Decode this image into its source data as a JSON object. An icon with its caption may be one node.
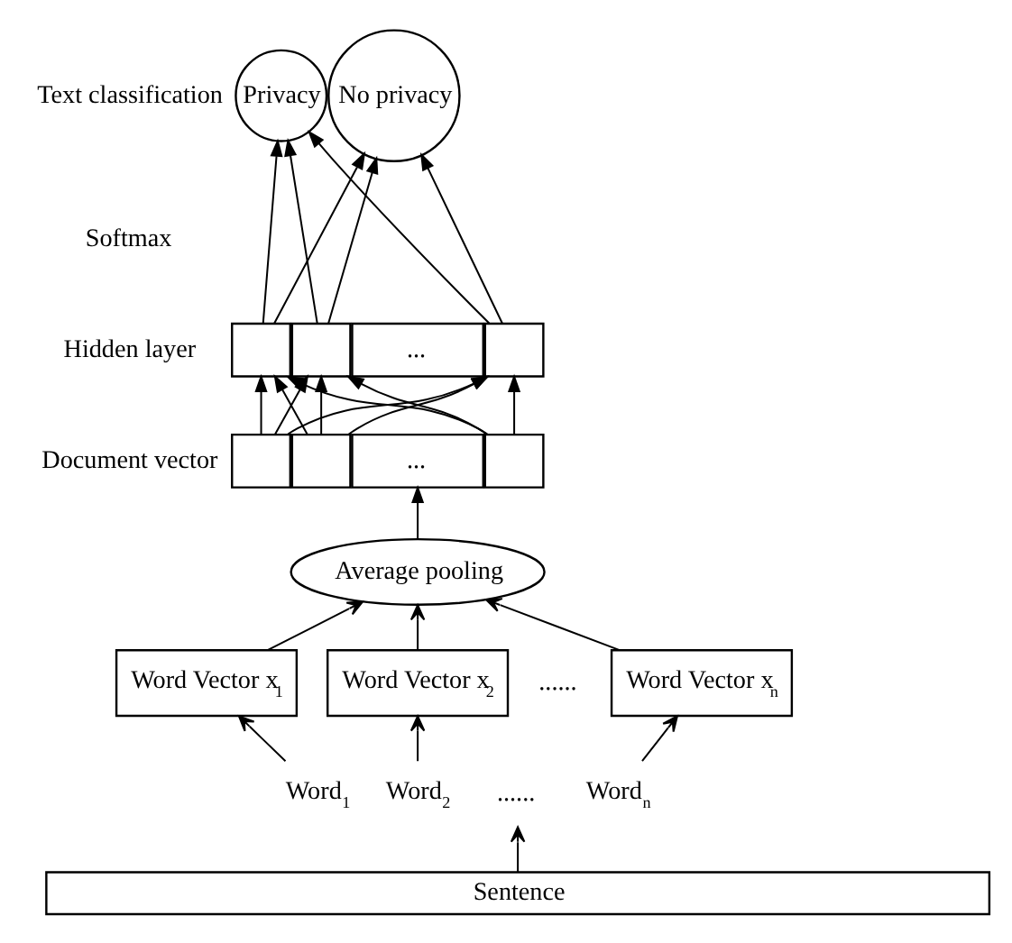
{
  "diagram": {
    "nodes": [
      {
        "text": [
          "Privacy"
        ]
      },
      {
        "text": [
          "No privacy"
        ]
      },
      {
        "text": [],
        "shape": "box"
      },
      {
        "text": [],
        "shape": "box"
      },
      {
        "text": [
          "..."
        ]
      },
      {
        "text": [],
        "shape": "box"
      },
      {
        "text": [],
        "shape": "box"
      },
      {
        "text": [],
        "shape": "box"
      },
      {
        "text": [
          "..."
        ]
      },
      {
        "text": [],
        "shape": "box"
      },
      {
        "text": [
          "Average pooling"
        ]
      },
      {
        "text": [
          "Word Vector x$_{1}$"
        ]
      },
      {
        "text": [
          "Word Vector x$_{2}$"
        ]
      },
      {
        "text": [
          "Word Vector x$_{n}$"
        ]
      },
      {
        "text": [
          "Word$_{1}$"
        ]
      },
      {
        "text": [
          "Word$_{2}$"
        ]
      },
      {
        "text": [
          "......"
        ]
      },
      {
        "text": [
          "Word$_{n}$"
        ]
      },
      {
        "text": [
          "Sentence"
        ]
      }
    ],
    "edges": [
      {
        "from": 2,
        "to": 0,
        "arrow": "to"
      },
      {
        "from": 2,
        "to": 1,
        "arrow": "to"
      },
      {
        "from": 3,
        "to": 0,
        "arrow": "to"
      },
      {
        "from": 3,
        "to": 1,
        "arrow": "to"
      },
      {
        "from": 5,
        "to": 0,
        "arrow": "to"
      },
      {
        "from": 5,
        "to": 1,
        "arrow": "to"
      },
      {
        "from": 6,
        "to": 2,
        "arrow": "to"
      },
      {
        "from": 6,
        "to": 3,
        "arrow": "to"
      },
      {
        "from": 6,
        "to": 5,
        "arrow": "to"
      },
      {
        "from": 7,
        "to": 2,
        "arrow": "to"
      },
      {
        "from": 7,
        "to": 3,
        "arrow": "to"
      },
      {
        "from": 7,
        "to": 5,
        "arrow": "to"
      },
      {
        "from": 9,
        "to": 2,
        "arrow": "to"
      },
      {
        "from": 9,
        "to": 3,
        "arrow": "to"
      },
      {
        "from": 9,
        "to": 5,
        "arrow": "to"
      },
      {
        "from": 10,
        "to": 8,
        "arrow": "to"
      },
      {
        "from": 11,
        "to": 10,
        "arrow": "to"
      },
      {
        "from": 12,
        "to": 10,
        "arrow": "to"
      },
      {
        "from": 13,
        "to": 10,
        "arrow": "to"
      },
      {
        "from": 14,
        "to": 11,
        "arrow": "to"
      },
      {
        "from": 15,
        "to": 12,
        "arrow": "to"
      },
      {
        "from": 17,
        "to": 13,
        "arrow": "to"
      },
      {
        "from": 18,
        "to": 16,
        "arrow": "to"
      }
    ],
    "labels": [
      "Text classification",
      "Softmax",
      "Hidden layer",
      "Document vector",
      "......"
    ]
  }
}
